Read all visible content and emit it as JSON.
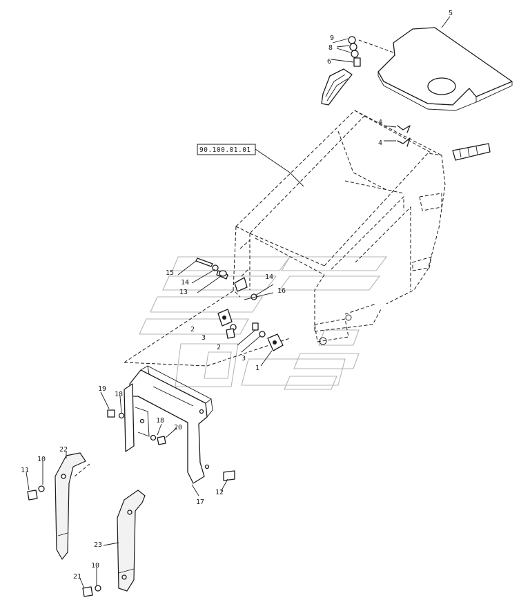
{
  "reference_box": {
    "text": "90.100.01.01"
  },
  "callouts": [
    {
      "id": "c-9",
      "text": "9"
    },
    {
      "id": "c-8",
      "text": "8"
    },
    {
      "id": "c-6",
      "text": "6"
    },
    {
      "id": "c-5",
      "text": "5"
    },
    {
      "id": "c-4a",
      "text": "4"
    },
    {
      "id": "c-4b",
      "text": "4"
    },
    {
      "id": "c-15",
      "text": "15"
    },
    {
      "id": "c-14a",
      "text": "14"
    },
    {
      "id": "c-13",
      "text": "13"
    },
    {
      "id": "c-14b",
      "text": "14"
    },
    {
      "id": "c-16",
      "text": "16"
    },
    {
      "id": "c-2a",
      "text": "2"
    },
    {
      "id": "c-3a",
      "text": "3"
    },
    {
      "id": "c-2b",
      "text": "2"
    },
    {
      "id": "c-3b",
      "text": "3"
    },
    {
      "id": "c-1",
      "text": "1"
    },
    {
      "id": "c-19",
      "text": "19"
    },
    {
      "id": "c-18a",
      "text": "18"
    },
    {
      "id": "c-18b",
      "text": "18"
    },
    {
      "id": "c-20",
      "text": "20"
    },
    {
      "id": "c-22",
      "text": "22"
    },
    {
      "id": "c-11",
      "text": "11"
    },
    {
      "id": "c-10a",
      "text": "10"
    },
    {
      "id": "c-12",
      "text": "12"
    },
    {
      "id": "c-17",
      "text": "17"
    },
    {
      "id": "c-23",
      "text": "23"
    },
    {
      "id": "c-21",
      "text": "21"
    },
    {
      "id": "c-10b",
      "text": "10"
    }
  ]
}
